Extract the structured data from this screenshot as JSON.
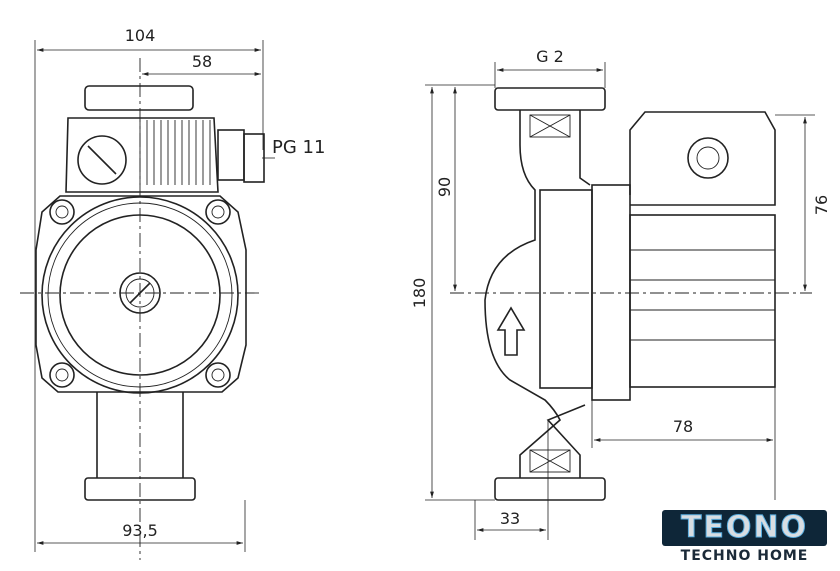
{
  "front_view": {
    "dim_overall_width": "104",
    "dim_offset_to_gland": "58",
    "cable_gland_label": "PG 11",
    "dim_base_width": "93,5"
  },
  "side_view": {
    "thread_label": "G 2",
    "dim_height_upper": "90",
    "dim_total_height": "180",
    "dim_motor_upper": "76",
    "dim_motor_length": "78",
    "dim_flange_offset": "33"
  },
  "logo": {
    "brand": "TEONO",
    "tagline": "TECHNO HOME",
    "colors": {
      "background": "#0e2638",
      "accent": "#5aaee0"
    }
  }
}
